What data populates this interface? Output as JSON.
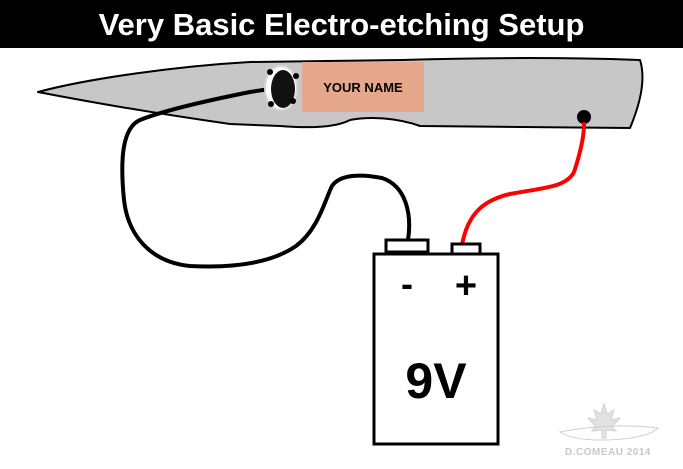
{
  "title": "Very Basic Electro-etching Setup",
  "stencil": {
    "label": "YOUR NAME"
  },
  "battery": {
    "negative_label": "-",
    "positive_label": "+",
    "voltage_label": "9V"
  },
  "credit": "D.COMEAU 2014",
  "colors": {
    "blade": "#c7c7c7",
    "stencil": "#e5a88c",
    "positive_wire": "#ff0000",
    "negative_wire": "#000000",
    "watermark": "#c8c8c8"
  },
  "icons": {
    "applicator": "felt-pad-icon",
    "pivot": "blade-pivot-dot-icon",
    "watermark": "maple-leaf-knife-icon"
  }
}
